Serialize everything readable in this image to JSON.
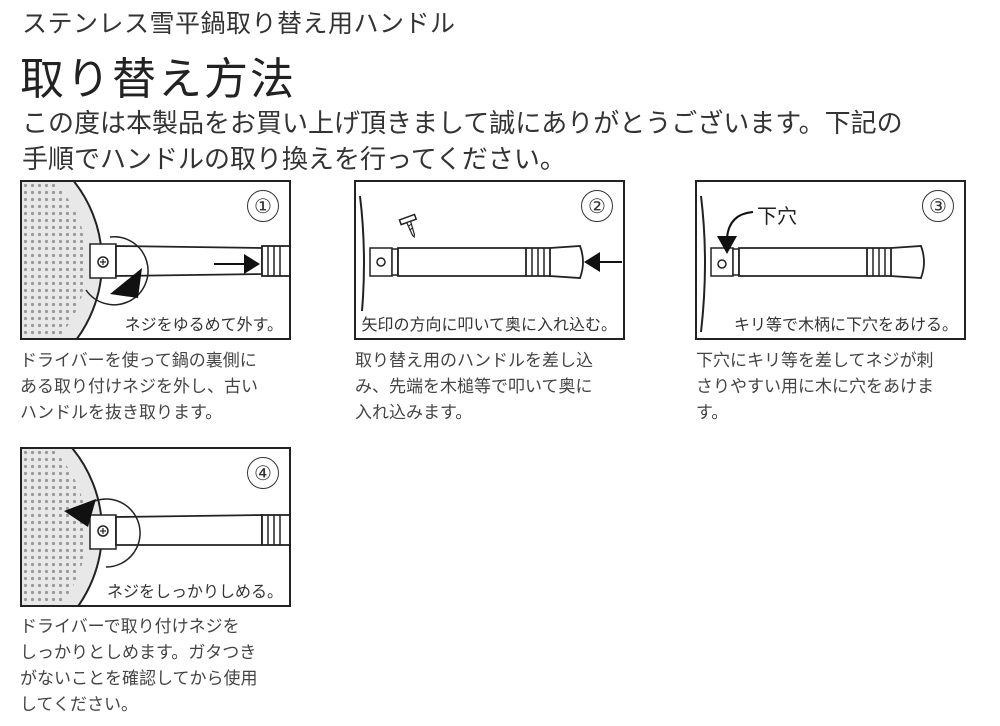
{
  "header": {
    "subtitle": "ステンレス雪平鍋取り替え用ハンドル",
    "title": "取り替え方法",
    "intro_lines": [
      "この度は本製品をお買い上げ頂きまして誠にありがとうございます。下記の",
      "手順でハンドルの取り換えを行ってください。"
    ]
  },
  "steps": [
    {
      "number": "①",
      "caption": "ネジをゆるめて外す。",
      "description_lines": [
        "ドライバーを使って鍋の裏側に",
        "ある取り付けネジを外し、古い",
        "ハンドルを抜き取ります。"
      ]
    },
    {
      "number": "②",
      "caption": "矢印の方向に叩いて奥に入れ込む。",
      "description_lines": [
        "取り替え用のハンドルを差し込",
        "み、先端を木槌等で叩いて奥に",
        "入れ込みます。"
      ]
    },
    {
      "number": "③",
      "label": "下穴",
      "caption": "キリ等で木柄に下穴をあける。",
      "description_lines": [
        "下穴にキリ等を差してネジが刺",
        "さりやすい用に木に穴をあけま",
        "す。"
      ]
    },
    {
      "number": "④",
      "caption": "ネジをしっかりしめる。",
      "description_lines": [
        "ドライバーで取り付けネジを",
        "しっかりとしめます。ガタつき",
        "がないことを確認してから使用",
        "してください。"
      ]
    }
  ]
}
